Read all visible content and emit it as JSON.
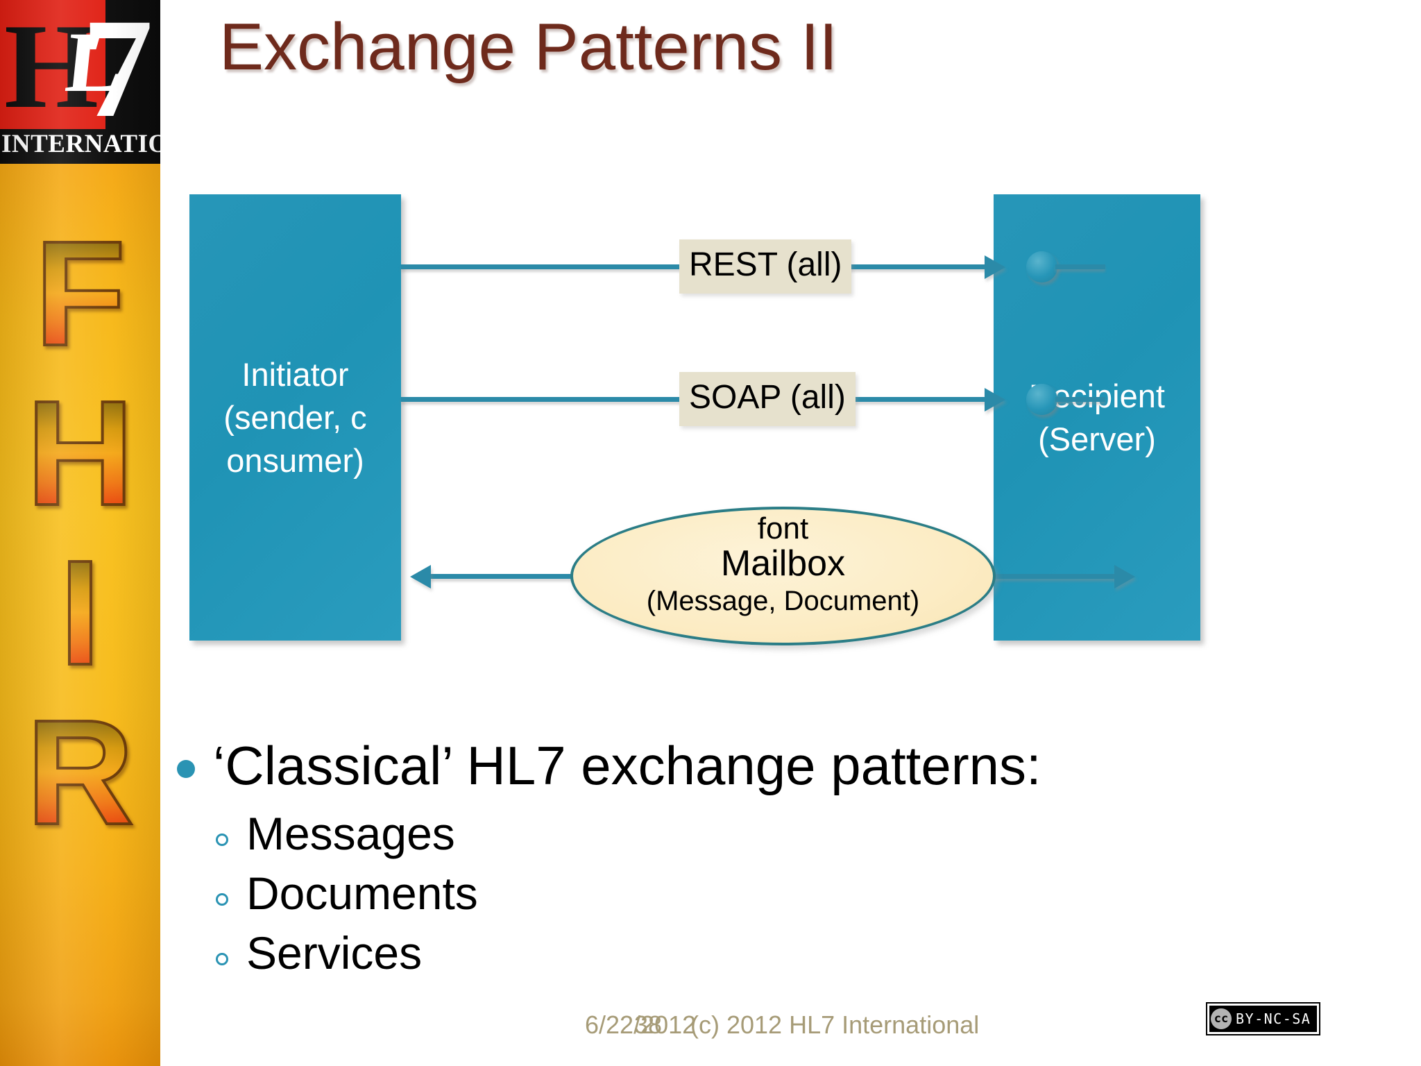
{
  "slide": {
    "title": "Exchange Patterns II"
  },
  "brand": {
    "logo_h": "H",
    "logo_l": "L",
    "logo_7": "7",
    "logo_subtitle": "INTERNATIONAL®",
    "fhir_letters": [
      "F",
      "H",
      "I",
      "R"
    ],
    "accent_teal": "#2796b8",
    "title_color": "#6e2a1c",
    "rail_orange": "#f7b818",
    "label_beige": "#e6e1cd",
    "mailbox_cream": "#fcecc4",
    "footer_olive": "#a69b77"
  },
  "diagram": {
    "nodes": [
      {
        "id": "initiator",
        "label": "Initiator\n(sender, c\nonsumer)",
        "line1": "Initiator",
        "line2": "(sender, c",
        "line3": "onsumer)"
      },
      {
        "id": "recipient",
        "label": "Recipient\n(Server)",
        "line1": "Recipient",
        "line2": "(Server)"
      }
    ],
    "connections": [
      {
        "id": "rest",
        "label": "REST (all)",
        "direction": "right"
      },
      {
        "id": "soap",
        "label": "SOAP (all)",
        "direction": "right"
      },
      {
        "id": "mailbox",
        "direction": "bidirectional"
      }
    ],
    "mailbox": {
      "overflow_text": "font",
      "title": "Mailbox",
      "subtitle": "(Message, Document)"
    }
  },
  "bullets": {
    "level1": "‘Classical’ HL7 exchange patterns:",
    "level2": [
      "Messages",
      "Documents",
      "Services"
    ]
  },
  "footer": {
    "date": "6/22/2012",
    "page_number": "38",
    "copyright": "(c) 2012 HL7 International",
    "license_mark": "cc",
    "license_text": "BY-NC-SA"
  }
}
